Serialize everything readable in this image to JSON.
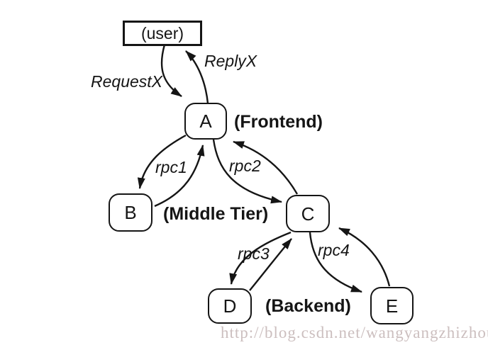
{
  "diagram": {
    "nodes": {
      "user": "(user)",
      "a": "A",
      "b": "B",
      "c": "C",
      "d": "D",
      "e": "E"
    },
    "tier_labels": {
      "frontend": "(Frontend)",
      "middle_tier": "(Middle Tier)",
      "backend": "(Backend)"
    },
    "edge_labels": {
      "request": "RequestX",
      "reply": "ReplyX",
      "rpc1": "rpc1",
      "rpc2": "rpc2",
      "rpc3": "rpc3",
      "rpc4": "rpc4"
    },
    "edges": [
      {
        "from": "user",
        "to": "A",
        "label": "RequestX"
      },
      {
        "from": "A",
        "to": "user",
        "label": "ReplyX"
      },
      {
        "from": "A",
        "to": "B",
        "label": "rpc1"
      },
      {
        "from": "B",
        "to": "A",
        "label": "rpc1"
      },
      {
        "from": "A",
        "to": "C",
        "label": "rpc2"
      },
      {
        "from": "C",
        "to": "A",
        "label": "rpc2"
      },
      {
        "from": "C",
        "to": "D",
        "label": "rpc3"
      },
      {
        "from": "D",
        "to": "C",
        "label": "rpc3"
      },
      {
        "from": "C",
        "to": "E",
        "label": "rpc4"
      },
      {
        "from": "E",
        "to": "C",
        "label": "rpc4"
      }
    ],
    "colors": {
      "ink": "#151515",
      "background": "#ffffff",
      "watermark": "#ccbfbf"
    }
  },
  "watermark": {
    "text": "http://blog.csdn.net/wangyangzhizhou"
  }
}
